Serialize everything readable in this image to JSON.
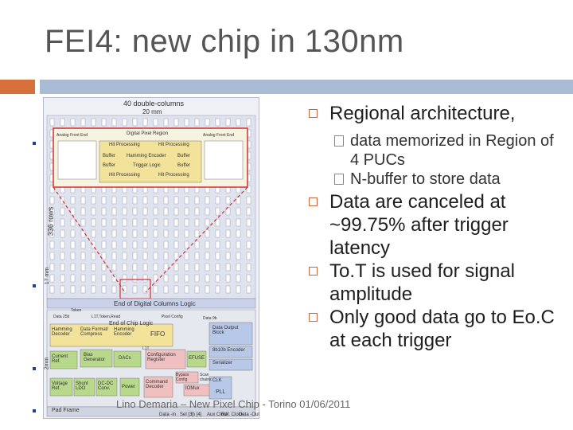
{
  "slide": {
    "title": "FEI4: new chip in 130nm",
    "footer": "Lino Demaria – New Pixel Chip - Torino 01/06/2011"
  },
  "diagram": {
    "top_label": "40 double-columns",
    "dim_label": "20 mm",
    "rows_label": "336 rows",
    "height_label": "17 mm",
    "bottom_height_label": "2mm",
    "pixel_region": {
      "title": "Digital Pixel Region",
      "left_fe": "Analog Front End",
      "right_fe": "Analog Front End",
      "blocks": [
        "Hit Processing",
        "Hit Processing",
        "Buffer",
        "Hamming Encoder",
        "Buffer",
        "Buffer",
        "Trigger Logic",
        "Buffer",
        "Hit Processing",
        "Hit Processing"
      ]
    },
    "eoc_label": "End of Digital Columns Logic",
    "token_label": "Token",
    "l1t_label": "L1T,Token,Read",
    "data_label": "Data 25b",
    "pixel_config": "Pixel Config",
    "data_9b": "Data 9b",
    "eoc_chip": "End of Chip Logic",
    "blocks": [
      "Hamming Decoder",
      "Data Format/ Compress",
      "Hamming Encoder",
      "FIFO",
      "Data Output Block",
      "8b10b Encoder",
      "Serializer",
      "Current Ref.",
      "Bias Generator",
      "DACs",
      "Configuration Register",
      "EFUSE",
      "Voltage Ref.",
      "Shunt LDO",
      "DC-DC Conv.",
      "Power",
      "Bypass Config",
      "Scan chains",
      "Command Decoder",
      "IOMux",
      "CLK",
      "PLL"
    ],
    "l1t": "L1T",
    "pad_frame": "Pad Frame",
    "pins": [
      "Data -in",
      "Sel [3]",
      "In [4]",
      "Aux Clock",
      "Ref. Clock",
      "Data -Out"
    ]
  },
  "bullets": [
    {
      "text": "Regional architecture,",
      "sub": [
        "data memorized in Region of 4 PUCs",
        "N-buffer to store data"
      ]
    },
    {
      "text": "Data are canceled at ~99.75% after trigger latency",
      "sub": []
    },
    {
      "text": "To.T is used for signal amplitude",
      "sub": []
    },
    {
      "text": "Only good data go to Eo.C at each trigger",
      "sub": []
    }
  ],
  "colors": {
    "accent_orange": "#d8703c",
    "accent_blue": "#a9bcd3",
    "region_red": "#d03030",
    "block_yellow": "#f3e39a",
    "block_green": "#b8d88a",
    "block_blue": "#b8c8e8",
    "block_pink": "#f0c0c0"
  }
}
